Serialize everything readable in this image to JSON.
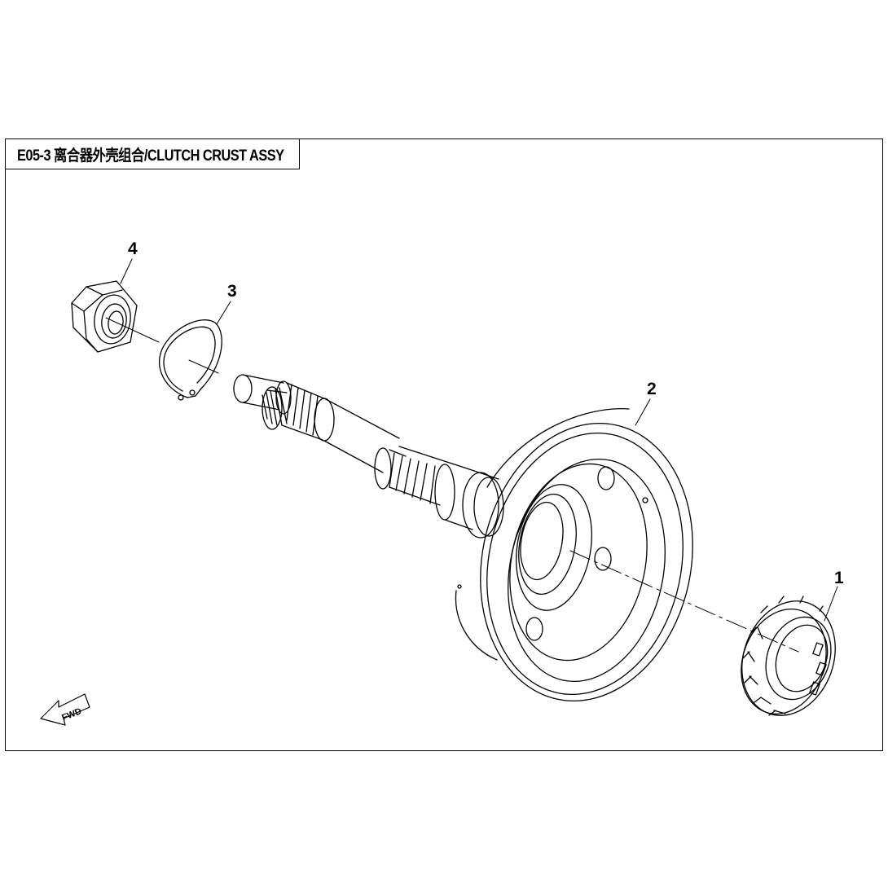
{
  "title": "E05-3 离合器外壳组合/CLUTCH CRUST ASSY",
  "callouts": [
    "1",
    "2",
    "3",
    "4"
  ],
  "direction_label": "FWD",
  "colors": {
    "line": "#000000",
    "background": "#ffffff"
  }
}
